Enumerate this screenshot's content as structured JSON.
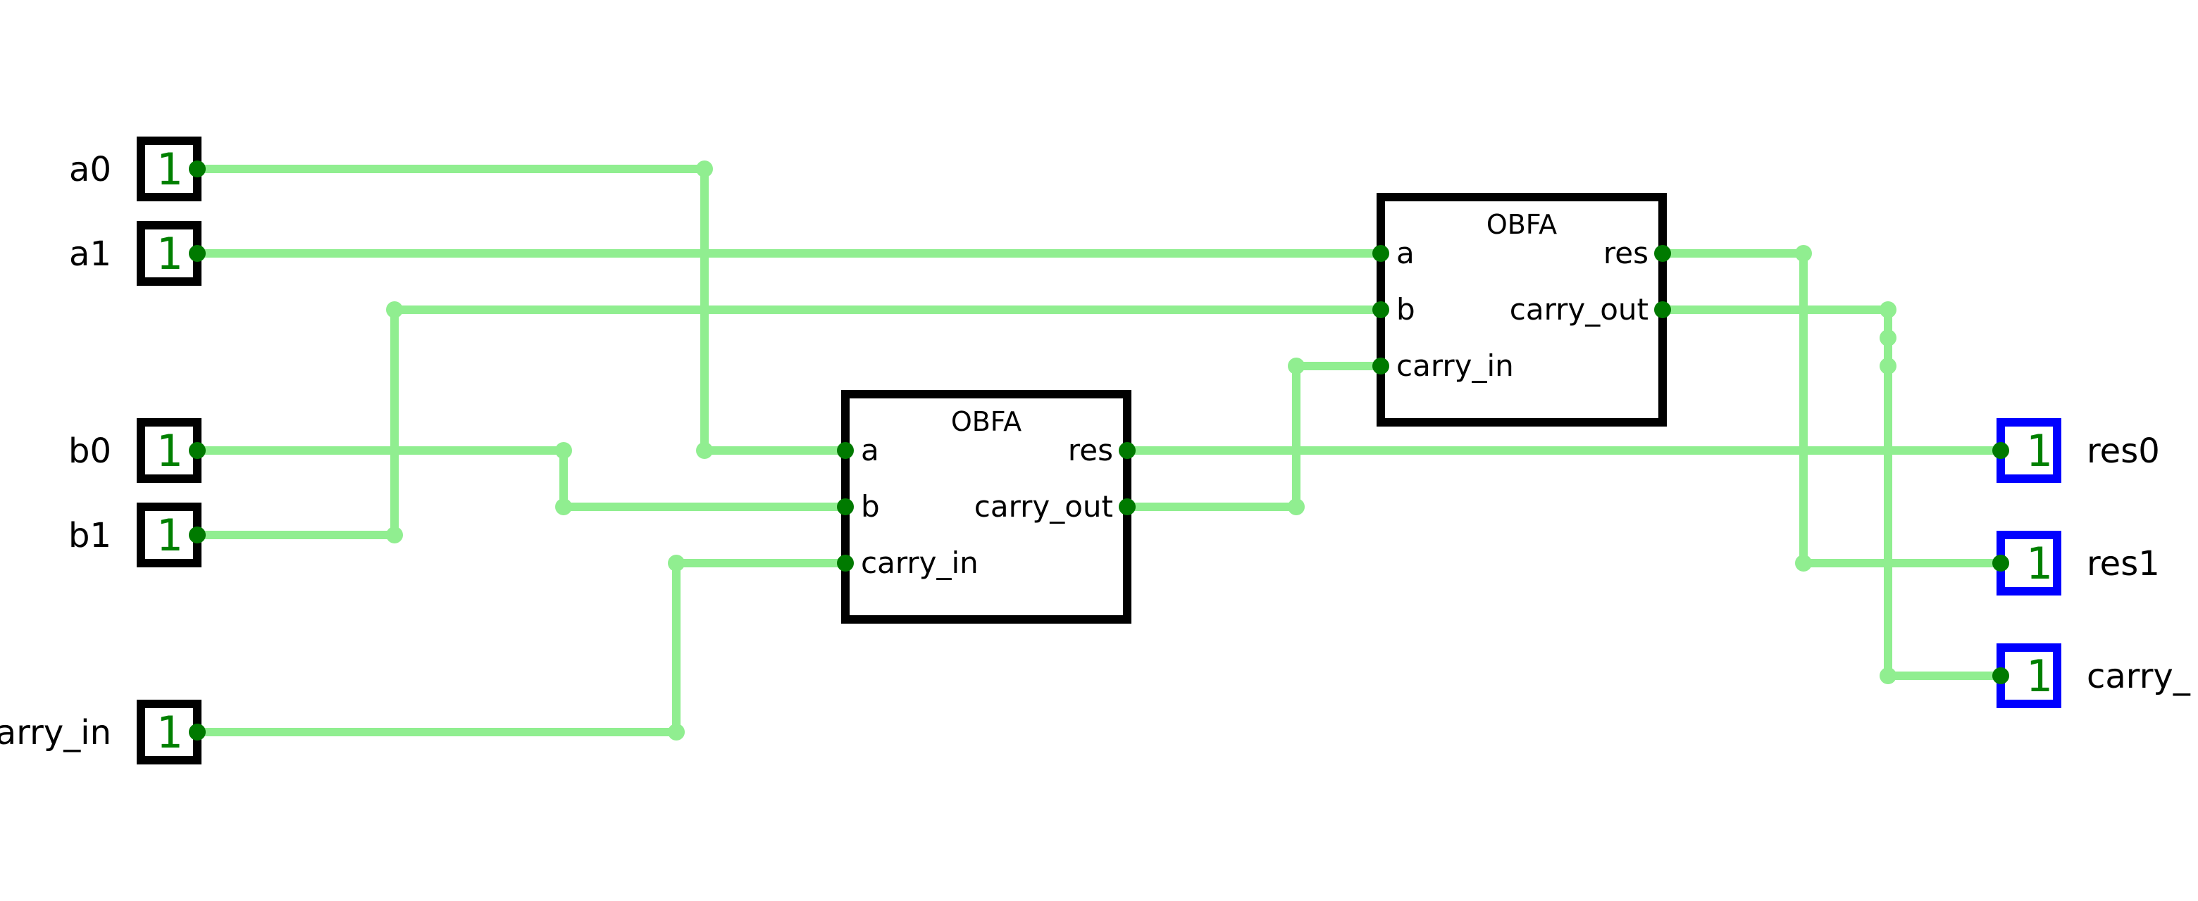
{
  "colors": {
    "background": "#ffffff",
    "wire": "#90ee90",
    "junction": "#90ee90",
    "port": "#007a00",
    "value_text": "#008000",
    "input_border": "#000000",
    "output_border": "#0000ff",
    "component_border": "#000000",
    "text": "#000000"
  },
  "circuit": {
    "inputs": [
      {
        "id": "a0",
        "label": "a0",
        "value": "1"
      },
      {
        "id": "a1",
        "label": "a1",
        "value": "1"
      },
      {
        "id": "b0",
        "label": "b0",
        "value": "1"
      },
      {
        "id": "b1",
        "label": "b1",
        "value": "1"
      },
      {
        "id": "carry_in",
        "label": "carry_in",
        "value": "1"
      }
    ],
    "outputs": [
      {
        "id": "res0",
        "label": "res0",
        "value": "1"
      },
      {
        "id": "res1",
        "label": "res1",
        "value": "1"
      },
      {
        "id": "carry_out",
        "label": "carry_",
        "value": "1"
      }
    ],
    "components": [
      {
        "id": "obfa_0",
        "title": "OBFA",
        "inputs": [
          "a",
          "b",
          "carry_in"
        ],
        "outputs": [
          "res",
          "carry_out"
        ]
      },
      {
        "id": "obfa_1",
        "title": "OBFA",
        "inputs": [
          "a",
          "b",
          "carry_in"
        ],
        "outputs": [
          "res",
          "carry_out"
        ]
      }
    ],
    "connections": [
      {
        "from": "a0",
        "to": "obfa_0.a"
      },
      {
        "from": "a1",
        "to": "obfa_1.a"
      },
      {
        "from": "b0",
        "to": "obfa_0.b"
      },
      {
        "from": "b1",
        "to": "obfa_1.b"
      },
      {
        "from": "carry_in",
        "to": "obfa_0.carry_in"
      },
      {
        "from": "obfa_0.res",
        "to": "res0"
      },
      {
        "from": "obfa_0.carry_out",
        "to": "obfa_1.carry_in"
      },
      {
        "from": "obfa_1.res",
        "to": "res1"
      },
      {
        "from": "obfa_1.carry_out",
        "to": "carry_out"
      }
    ]
  }
}
